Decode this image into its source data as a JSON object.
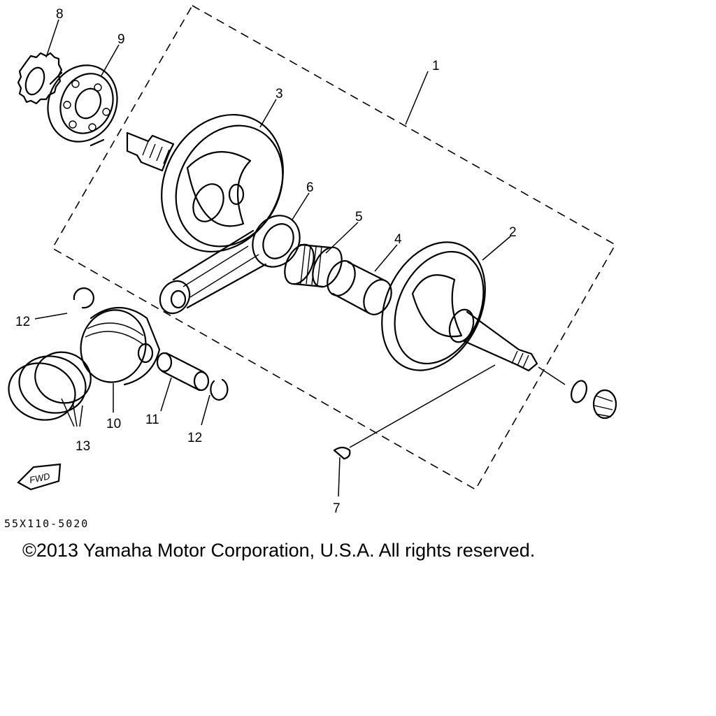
{
  "diagram": {
    "callouts": [
      "1",
      "2",
      "3",
      "4",
      "5",
      "6",
      "7",
      "8",
      "9",
      "10",
      "11",
      "12",
      "12",
      "13"
    ],
    "direction_label": "FWD",
    "reference_code": "55X110-5020"
  },
  "footer": {
    "copyright": "©2013 Yamaha Motor Corporation, U.S.A. All rights reserved."
  }
}
